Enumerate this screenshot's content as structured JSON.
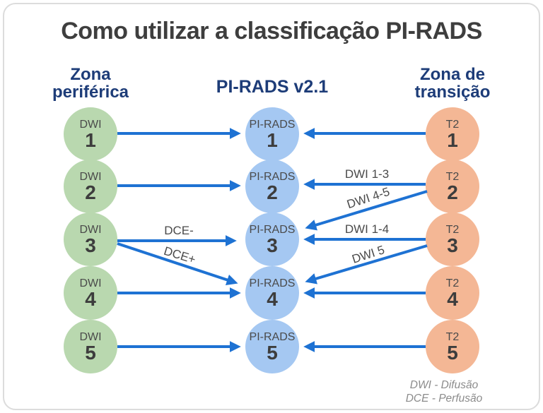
{
  "title": "Como utilizar a classificação PI-RADS",
  "headers": {
    "left": [
      "Zona",
      "periférica"
    ],
    "center": "PI-RADS v2.1",
    "right": [
      "Zona de",
      "transição"
    ]
  },
  "nodes": {
    "left": [
      {
        "label": "DWI",
        "value": "1"
      },
      {
        "label": "DWI",
        "value": "2"
      },
      {
        "label": "DWI",
        "value": "3"
      },
      {
        "label": "DWI",
        "value": "4"
      },
      {
        "label": "DWI",
        "value": "5"
      }
    ],
    "center": [
      {
        "label": "PI-RADS",
        "value": "1"
      },
      {
        "label": "PI-RADS",
        "value": "2"
      },
      {
        "label": "PI-RADS",
        "value": "3"
      },
      {
        "label": "PI-RADS",
        "value": "4"
      },
      {
        "label": "PI-RADS",
        "value": "5"
      }
    ],
    "right": [
      {
        "label": "T2",
        "value": "1"
      },
      {
        "label": "T2",
        "value": "2"
      },
      {
        "label": "T2",
        "value": "3"
      },
      {
        "label": "T2",
        "value": "4"
      },
      {
        "label": "T2",
        "value": "5"
      }
    ]
  },
  "arrow_labels": {
    "dwi_1_3": "DWI 1-3",
    "dwi_4_5": "DWI 4-5",
    "dce_minus": "DCE-",
    "dce_plus": "DCE+",
    "dwi_1_4": "DWI 1-4",
    "dwi_5": "DWI 5"
  },
  "legend": [
    "DWI - Difusão",
    "DCE - Perfusão"
  ],
  "colors": {
    "arrow_blue": "#1e72d3",
    "peripheral_zone_green": "#b9d8af",
    "pirads_blue": "#a5c8f2",
    "transition_zone_orange": "#f4b795",
    "header_navy": "#1d3c78",
    "title_gray": "#3e3e3e"
  }
}
